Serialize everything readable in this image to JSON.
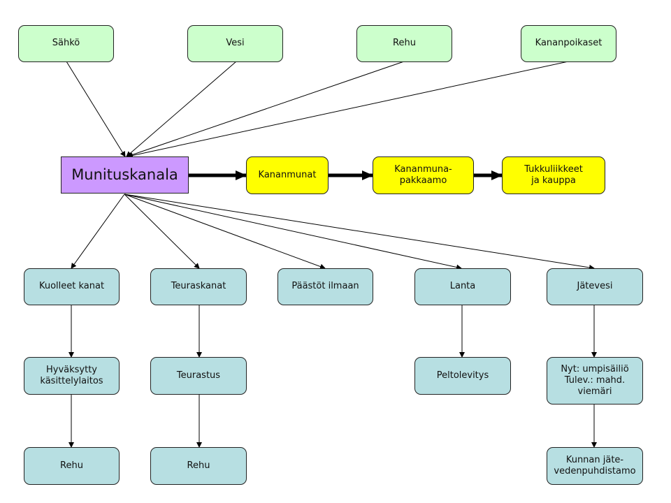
{
  "inputs": [
    "Sähkö",
    "Vesi",
    "Rehu",
    "Kananpoikaset"
  ],
  "center": "Munituskanala",
  "products": [
    "Kananmunat",
    "Kananmuna-\npakkaamo",
    "Tukkuliikkeet\nja kauppa"
  ],
  "outputs": [
    "Kuolleet kanat",
    "Teuraskanat",
    "Päästöt ilmaan",
    "Lanta",
    "Jätevesi"
  ],
  "level2": [
    "Hyväksytty\nkäsittelylaitos",
    "Teurastus",
    "Peltolevitys",
    "Nyt: umpisäiliö\nTulev.: mahd.\nviemäri"
  ],
  "level3": [
    "Rehu",
    "Rehu",
    "Kunnan jäte-\nvedenpuhdistamo"
  ]
}
